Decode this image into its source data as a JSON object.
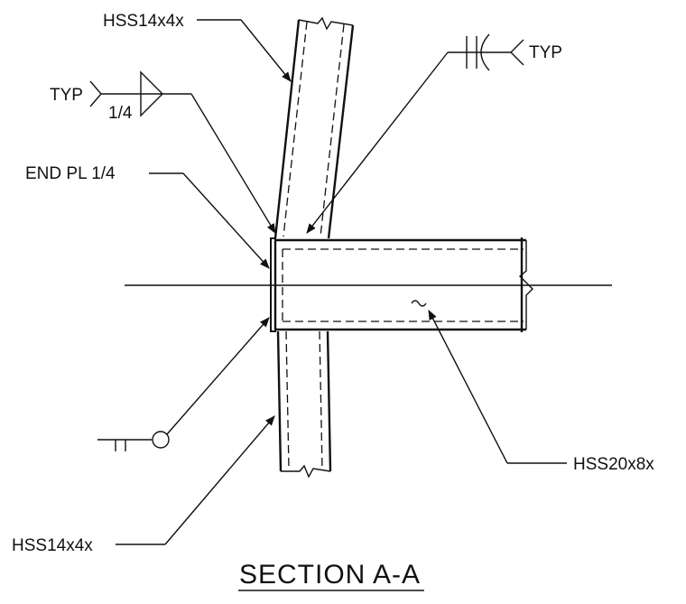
{
  "labels": {
    "brace_top": "HSS14x4x",
    "brace_bottom": "HSS14x4x",
    "beam": "HSS20x8x",
    "end_plate": "END PL 1/4",
    "weld_typ_left": "TYP",
    "weld_size": "1/4",
    "bolt_typ": "TYP"
  },
  "title": "SECTION A-A"
}
